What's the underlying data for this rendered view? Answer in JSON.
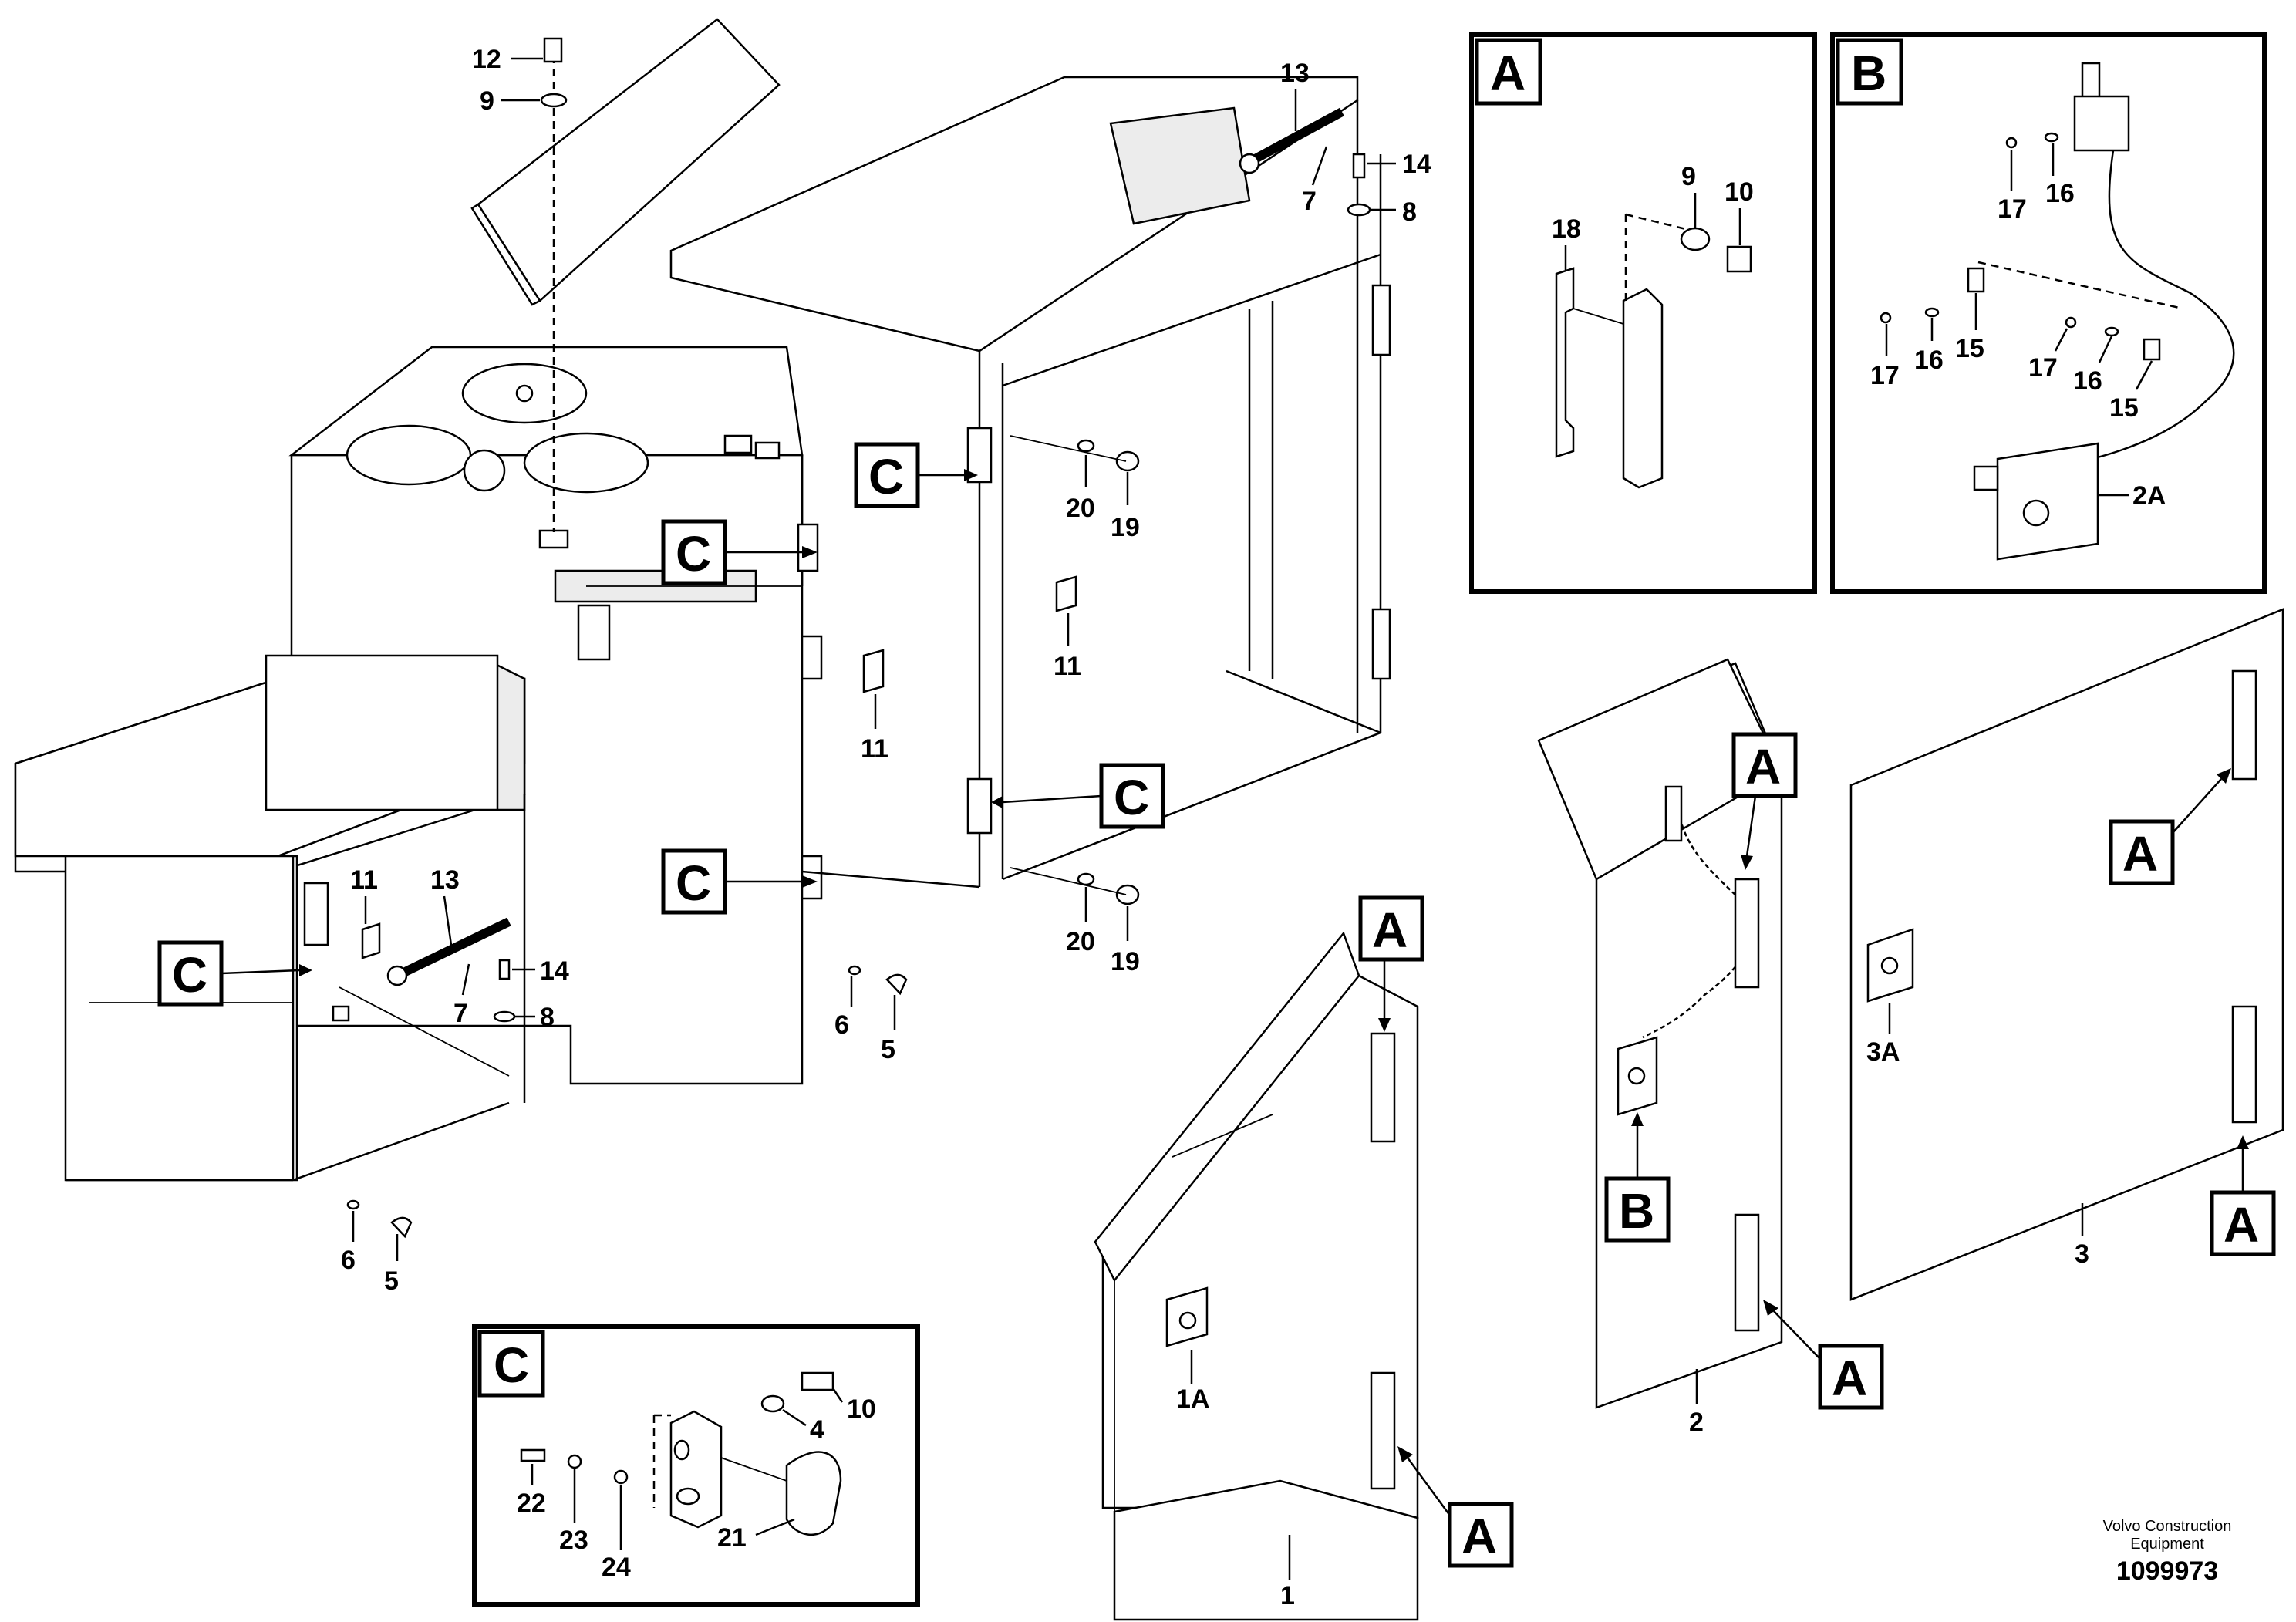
{
  "labels": {
    "n12": "12",
    "n9_top": "9",
    "n13_top": "13",
    "n14_top": "14",
    "n7_top": "7",
    "n8_top": "8",
    "n20_top": "20",
    "n19_top": "19",
    "n11_mid": "11",
    "n11_right": "11",
    "n20_bot": "20",
    "n19_bot": "19",
    "n11_left": "11",
    "n13_left": "13",
    "n14_left": "14",
    "n7_left": "7",
    "n8_left": "8",
    "n6_mid": "6",
    "n5_mid": "5",
    "n6_left": "6",
    "n5_left": "5",
    "n1": "1",
    "n1A": "1A",
    "n2": "2",
    "n3": "3",
    "n3A": "3A"
  },
  "ref_letters": {
    "c1": "C",
    "c2": "C",
    "c3": "C",
    "c4": "C",
    "c5": "C",
    "a_door1": "A",
    "a_door1_low": "A",
    "a_door2": "A",
    "a_door2_low": "A",
    "a_door3": "A",
    "a_door3_low": "A",
    "b_door2": "B"
  },
  "detail_A": {
    "letter": "A",
    "labels": {
      "n18": "18",
      "n9": "9",
      "n10": "10"
    }
  },
  "detail_B": {
    "letter": "B",
    "labels": {
      "n17a": "17",
      "n16a": "16",
      "n17b": "17",
      "n16b": "16",
      "n15b": "15",
      "n17c": "17",
      "n16c": "16",
      "n15c": "15",
      "n2A": "2A"
    }
  },
  "detail_C": {
    "letter": "C",
    "labels": {
      "n10": "10",
      "n4": "4",
      "n22": "22",
      "n23": "23",
      "n24": "24",
      "n21": "21"
    }
  },
  "footer": {
    "brand_line1": "Volvo Construction",
    "brand_line2": "Equipment",
    "doc_number": "1099973"
  }
}
